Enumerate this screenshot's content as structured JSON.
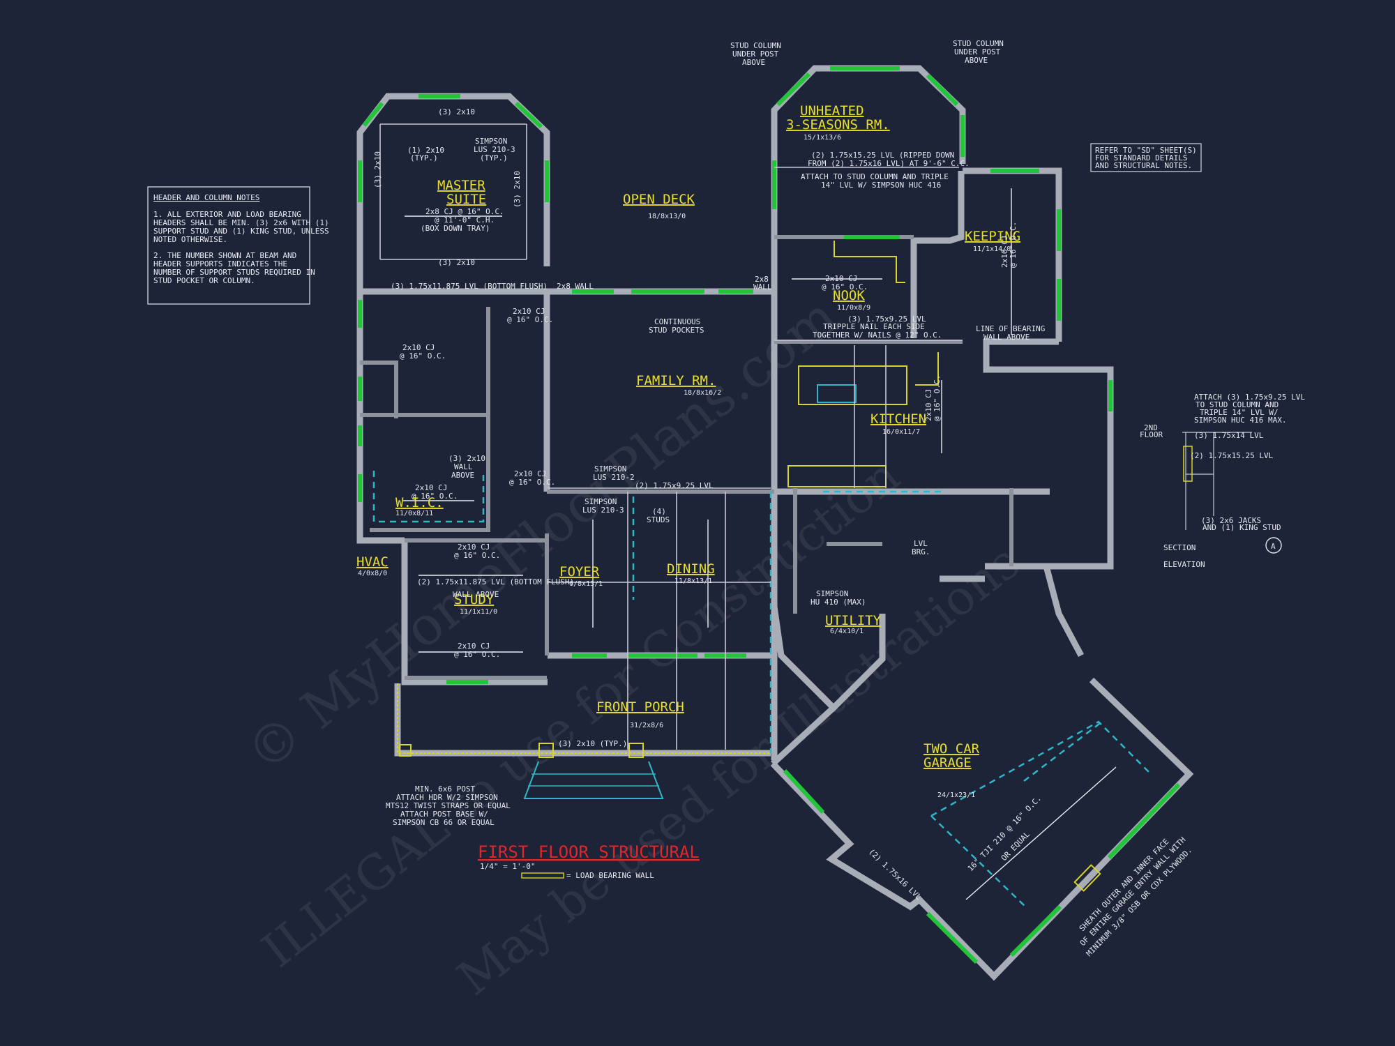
{
  "header_notes": {
    "title": "HEADER AND COLUMN NOTES",
    "lines": [
      "1. ALL EXTERIOR AND LOAD BEARING",
      "HEADERS SHALL BE MIN. (3) 2x6 WITH (1)",
      "SUPPORT STUD AND (1) KING STUD, UNLESS",
      "NOTED OTHERWISE.",
      "",
      "2. THE NUMBER SHOWN AT BEAM AND",
      "HEADER SUPPORTS INDICATES THE",
      "NUMBER OF SUPPORT STUDS REQUIRED IN",
      "STUD POCKET OR COLUMN."
    ]
  },
  "refer_note": [
    "REFER TO \"SD\" SHEET(S)",
    "FOR STANDARD DETAILS",
    "AND STRUCTURAL NOTES."
  ],
  "rooms": [
    {
      "name": [
        "MASTER",
        "SUITE"
      ],
      "size": ""
    },
    {
      "name": [
        "OPEN DECK"
      ],
      "size": "18/8x13/0"
    },
    {
      "name": [
        "UNHEATED",
        "3-SEASONS RM."
      ],
      "size": "15/1x13/6"
    },
    {
      "name": [
        "KEEPING"
      ],
      "size": "11/1x14/0"
    },
    {
      "name": [
        "NOOK"
      ],
      "size": "11/0x8/9"
    },
    {
      "name": [
        "FAMILY RM."
      ],
      "size": "18/8x16/2"
    },
    {
      "name": [
        "KITCHEN"
      ],
      "size": "16/0x11/7"
    },
    {
      "name": [
        "W.I.C."
      ],
      "size": "11/0x8/11"
    },
    {
      "name": [
        "HVAC"
      ],
      "size": "4/0x8/0"
    },
    {
      "name": [
        "STUDY"
      ],
      "size": "11/1x11/0"
    },
    {
      "name": [
        "FOYER"
      ],
      "size": "6/8x13/1"
    },
    {
      "name": [
        "DINING"
      ],
      "size": "11/8x13/1"
    },
    {
      "name": [
        "UTILITY"
      ],
      "size": "6/4x10/1"
    },
    {
      "name": [
        "FRONT PORCH"
      ],
      "size": "31/2x8/6"
    },
    {
      "name": [
        "TWO CAR",
        "GARAGE"
      ],
      "size": "24/1x23/1"
    }
  ],
  "annotations": {
    "stud_col_left": [
      "STUD COLUMN",
      "UNDER POST",
      "ABOVE"
    ],
    "stud_col_right": [
      "STUD COLUMN",
      "UNDER POST",
      "ABOVE"
    ],
    "master_top": "(3) 2x10",
    "master_bottom": "(3) 2x10",
    "master_left": "(3) 2x10",
    "master_right": "(3) 2x10",
    "typ": [
      "(1) 2x10",
      "(TYP.)"
    ],
    "simpson_lus": [
      "SIMPSON",
      "LUS 210-3",
      "(TYP.)"
    ],
    "master_cj": [
      "2x8 CJ @ 16\" O.C.",
      "@ 11'-0\" C.H.",
      "(BOX DOWN TRAY)"
    ],
    "lvl_bottom_flush": "(3) 1.75x11.875 LVL (BOTTOM FLUSH)",
    "wall_2x8": "2x8 WALL",
    "wall_2x8_b": [
      "2x8",
      "WALL"
    ],
    "continuous": [
      "CONTINUOUS",
      "STUD POCKETS"
    ],
    "cj_bath": [
      "2x10 CJ",
      "@ 16\" O.C."
    ],
    "cj_bath2": [
      "2x10 CJ",
      "@ 16\" O.C."
    ],
    "wall_above": [
      "(3) 2x10",
      "WALL",
      "ABOVE"
    ],
    "cj_wic": [
      "2x10 CJ",
      "@ 16\" O.C."
    ],
    "cj_hall": [
      "2x10 CJ",
      "@ 16\" O.C."
    ],
    "simpson_lus2": [
      "SIMPSON",
      "LUS 210-2"
    ],
    "lvl_925": "(2) 1.75x9.25 LVL",
    "simpson_lus3": [
      "SIMPSON",
      "LUS 210-3"
    ],
    "studs4": [
      "(4)",
      "STUDS"
    ],
    "lvl_ripped": [
      "(2) 1.75x15.25 LVL (RIPPED DOWN",
      "FROM (2) 1.75x16 LVL) AT 9'-6\" C.C."
    ],
    "attach_stud": [
      "ATTACH TO STUD COLUMN AND TRIPLE",
      "14\" LVL W/ SIMPSON HUC 416"
    ],
    "nook_cj": [
      "2x10 CJ",
      "@ 16\" O.C."
    ],
    "tripple": [
      "(3) 1.75x9.25 LVL",
      "TRIPPLE NAIL EACH SIDE",
      "TOGETHER W/ NAILS @ 12\" O.C."
    ],
    "line_bearing": [
      "LINE OF BEARING",
      "WALL ABOVE"
    ],
    "keeping_cj": [
      "2x10 CJ",
      "@ 16\" O.C."
    ],
    "kitchen_cj": [
      "2x10 CJ",
      "@ 16\" O.C."
    ],
    "study_cj1": [
      "2x10 CJ",
      "@ 16\" O.C."
    ],
    "study_lvl": "(2) 1.75x11.875 LVL (BOTTOM FLUSH)",
    "study_wall": "WALL ABOVE",
    "study_cj2": [
      "2x10 CJ",
      "@ 16\" O.C."
    ],
    "lvl_brg": [
      "LVL",
      "BRG."
    ],
    "simpson_hu": [
      "SIMPSON",
      "HU 410 (MAX)"
    ],
    "porch_beam": "(3) 2x10 (TYP.)",
    "post_note": [
      "MIN. 6x6 POST",
      "ATTACH HDR W/2 SIMPSON",
      "MTS12 TWIST STRAPS OR EQUAL",
      "ATTACH POST BASE W/",
      "SIMPSON CB 66 OR EQUAL"
    ],
    "garage_tji": [
      "16\" TJI 210 @ 16\" O.C.",
      "OR EQUAL"
    ],
    "garage_beam": "(2) 1.75x16 LVL",
    "sheath": [
      "SHEATH OUTER AND INNER FACE",
      "OF ENTIRE GARAGE ENTRY WALL WITH",
      "MINIMUM 3/8\" OSB OR CDX PLYWOOD."
    ]
  },
  "section": {
    "title": [
      "SECTION",
      "ELEVATION"
    ],
    "marker": "A",
    "notes": [
      "ATTACH (3) 1.75x9.25 LVL",
      "TO STUD COLUMN AND",
      "TRIPLE 14\" LVL W/",
      "SIMPSON HUC 416 MAX."
    ],
    "floor": [
      "2ND",
      "FLOOR"
    ],
    "lvl1": "(3) 1.75x14 LVL",
    "lvl2": "(2) 1.75x15.25 LVL",
    "jacks": [
      "(3) 2x6 JACKS",
      "AND (1) KING STUD"
    ]
  },
  "title_block": {
    "title": "FIRST FLOOR STRUCTURAL",
    "scale": "1/4\" = 1'-0\"",
    "legend": "= LOAD BEARING WALL"
  },
  "watermarks": [
    "© MyHomeFloorPlans.com",
    "ILLEGAL to use for Construction",
    "May be used for Illustrations"
  ],
  "colors": {
    "background": "#1e2438",
    "walls": "#a9adb8",
    "windows": "#22c43a",
    "room_names": "#e8df2b",
    "title": "#e0262a",
    "dashed": "#2fb7c9"
  }
}
